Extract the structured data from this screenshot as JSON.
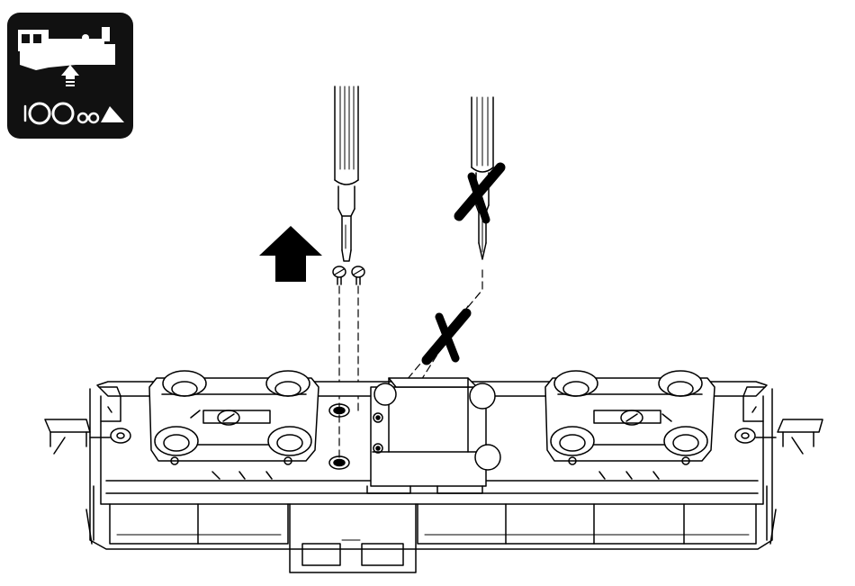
{
  "diagram": {
    "type": "assembly-instruction",
    "caption": "",
    "colors": {
      "ink": "#000000",
      "paper": "#ffffff",
      "badge": "#111111"
    },
    "badge_icon": "steam-locomotive-icon",
    "arrow_icon": "up-arrow-icon",
    "correct_tool": "flat-screwdriver-icon",
    "wrong_tool": "phillips-screwdriver-icon",
    "wrong_marks": 2,
    "screws_to_remove": 2
  }
}
